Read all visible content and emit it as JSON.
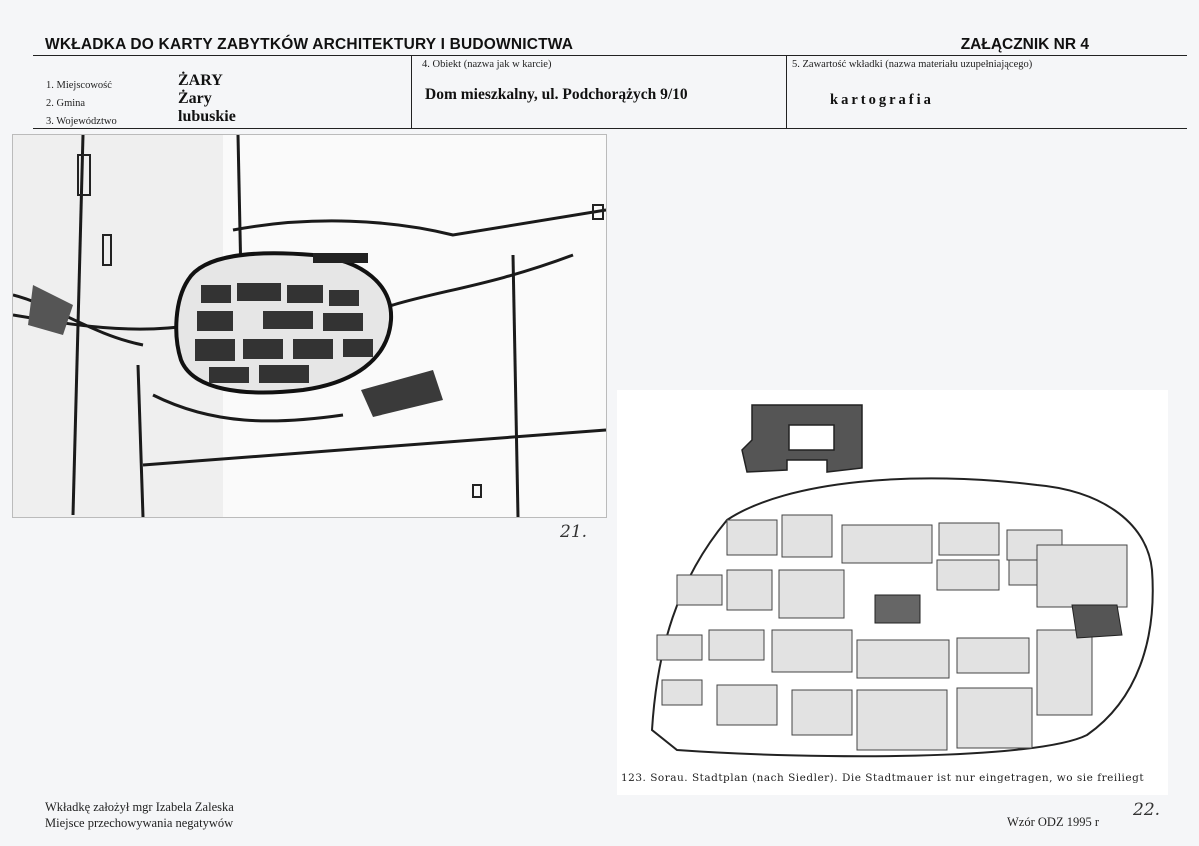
{
  "header": {
    "title": "WKŁADKA DO KARTY ZABYTKÓW ARCHITEKTURY I BUDOWNICTWA",
    "annex": "ZAŁĄCZNIK NR 4"
  },
  "fields": {
    "miejscowosc_label": "1. Miejscowość",
    "miejscowosc_value": "ŻARY",
    "gmina_label": "2. Gmina",
    "gmina_value": "Żary",
    "wojewodztwo_label": "3. Województwo",
    "wojewodztwo_value": "lubuskie",
    "obiekt_label": "4. Obiekt (nazwa jak w karcie)",
    "obiekt_value": "Dom mieszkalny, ul. Podchorążych 9/10",
    "zawartosc_label": "5. Zawartość wkładki (nazwa materiału uzupełniającego)",
    "zawartosc_value": "kartografia"
  },
  "figures": {
    "map1_number": "21.",
    "map2_number": "22.",
    "map2_caption": "123. Sorau. Stadtplan (nach Siedler). Die Stadtmauer ist nur eingetragen, wo sie freiliegt"
  },
  "footer": {
    "founder": "Wkładkę założył   mgr Izabela Zaleska",
    "storage": "Miejsce przechowywania  negatywów",
    "template": "Wzór ODZ 1995 r"
  }
}
